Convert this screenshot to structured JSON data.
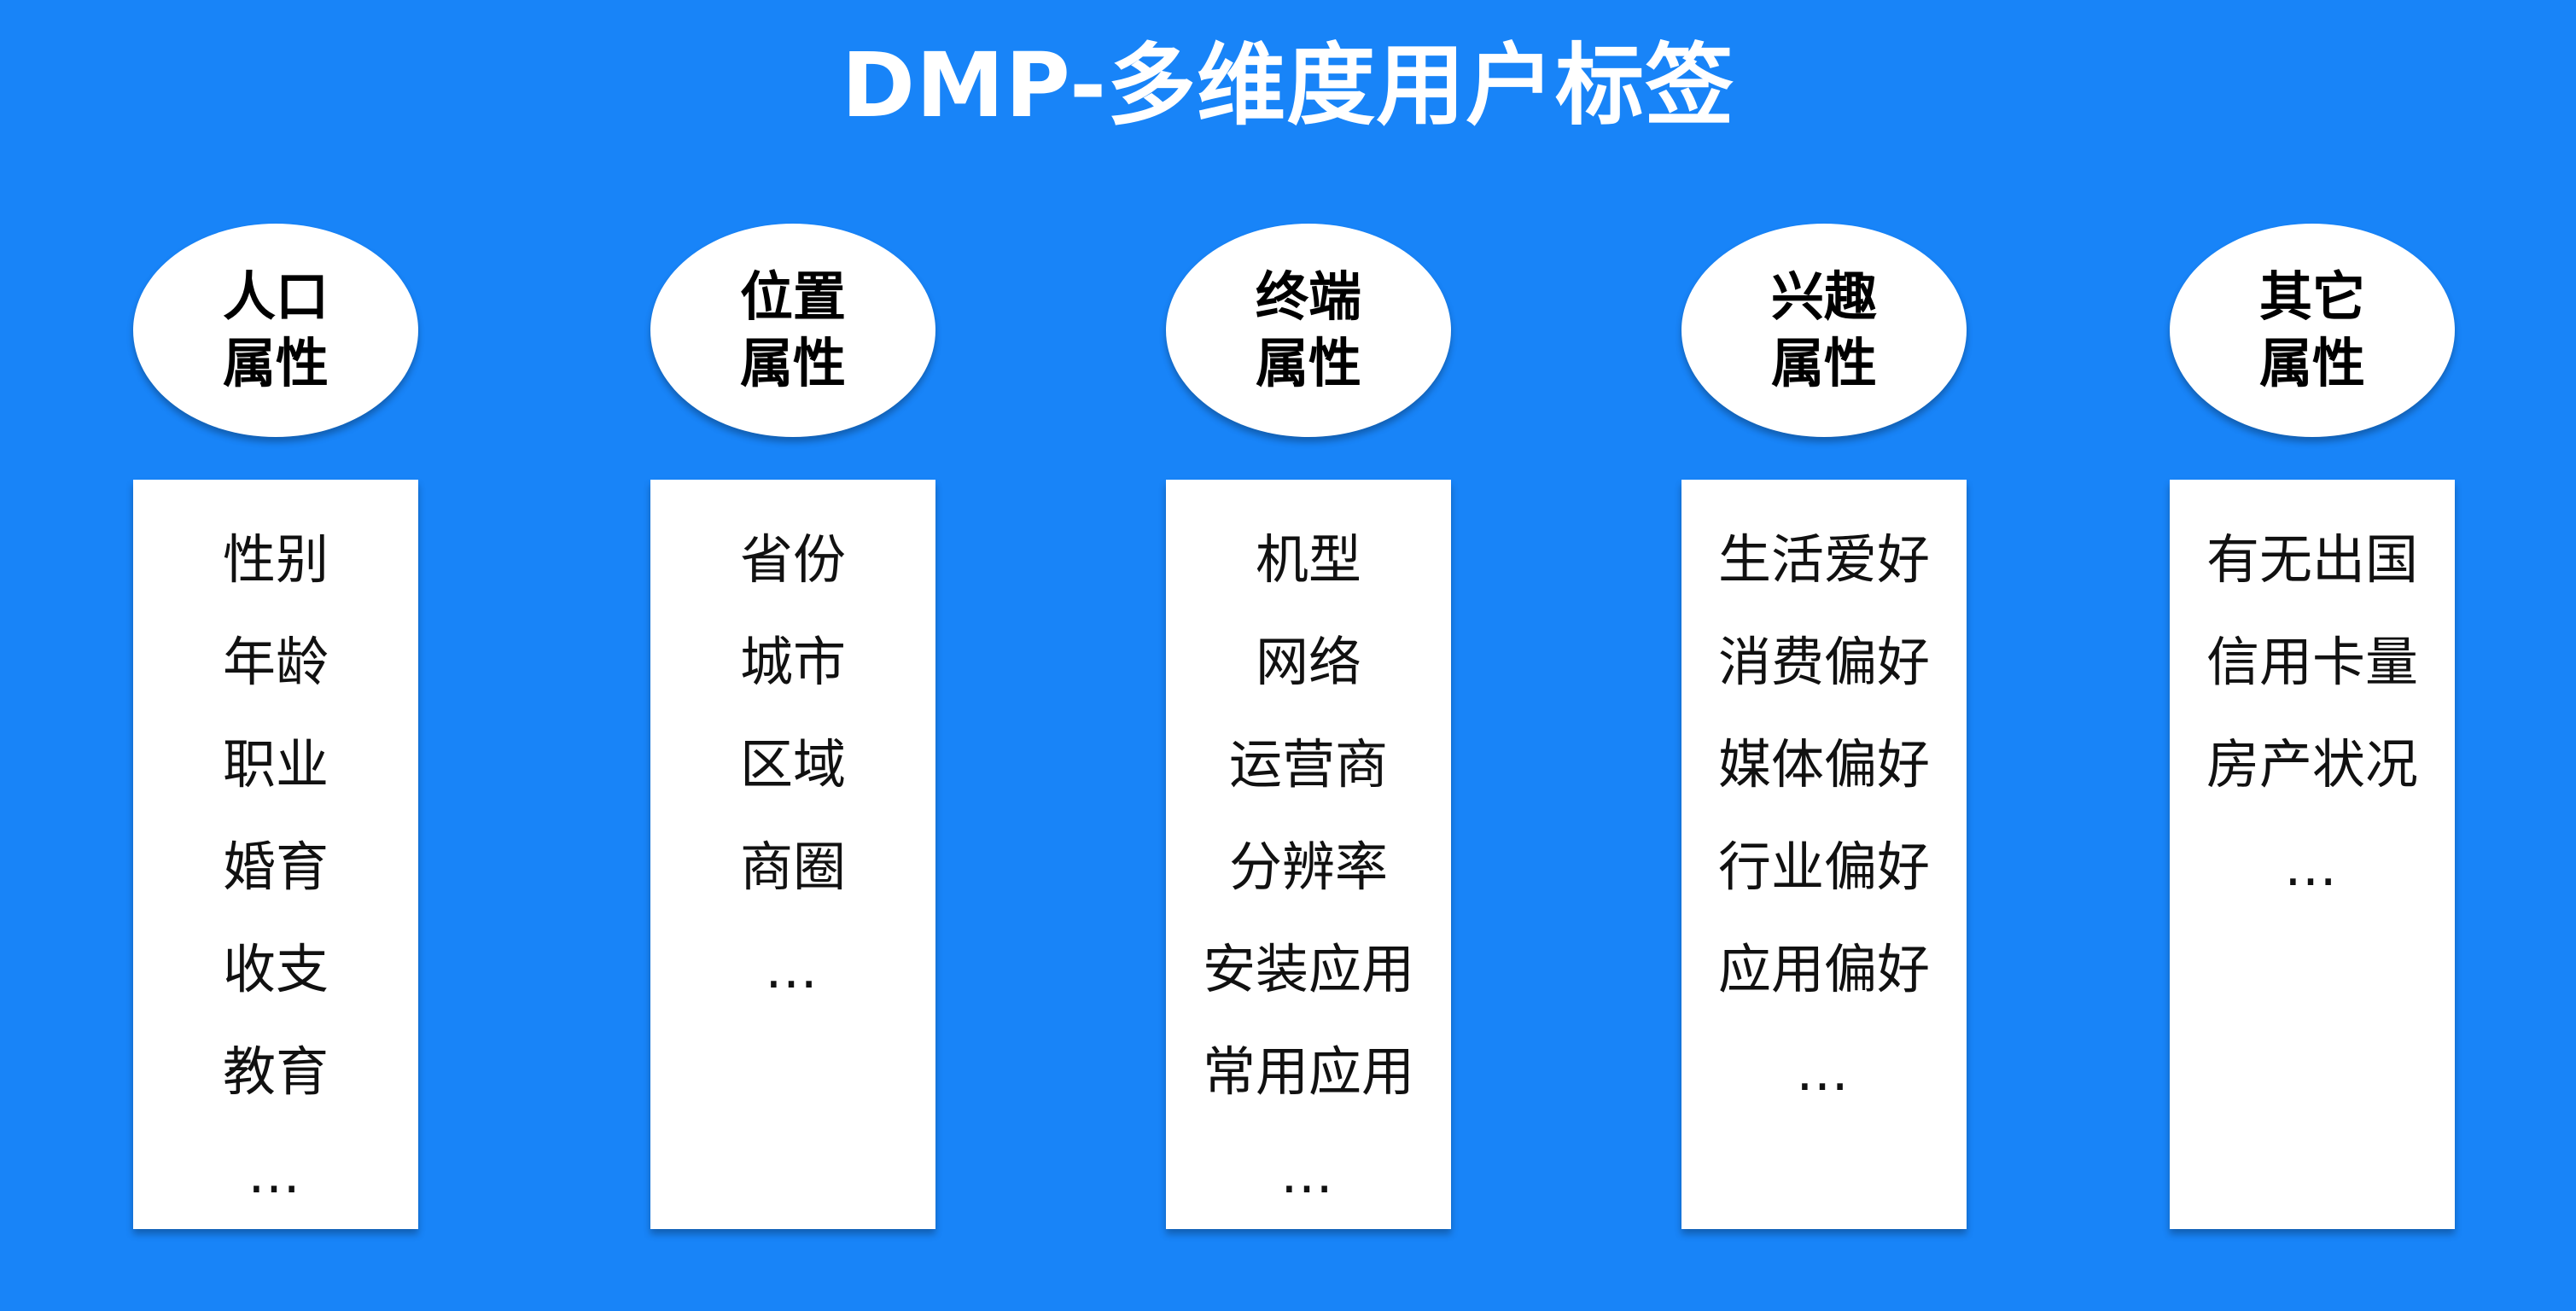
{
  "title": "DMP-多维度用户标签",
  "columns": [
    {
      "header_line1": "人口",
      "header_line2": "属性",
      "items": [
        "性别",
        "年龄",
        "职业",
        "婚育",
        "收支",
        "教育",
        "…"
      ]
    },
    {
      "header_line1": "位置",
      "header_line2": "属性",
      "items": [
        "省份",
        "城市",
        "区域",
        "商圈",
        "…"
      ]
    },
    {
      "header_line1": "终端",
      "header_line2": "属性",
      "items": [
        "机型",
        "网络",
        "运营商",
        "分辨率",
        "安装应用",
        "常用应用",
        "…"
      ]
    },
    {
      "header_line1": "兴趣",
      "header_line2": "属性",
      "items": [
        "生活爱好",
        "消费偏好",
        "媒体偏好",
        "行业偏好",
        "应用偏好",
        "…"
      ]
    },
    {
      "header_line1": "其它",
      "header_line2": "属性",
      "items": [
        "有无出国",
        "信用卡量",
        "房产状况",
        "…"
      ]
    }
  ],
  "colors": {
    "background": "#1884F8",
    "panel": "#FFFFFF",
    "text": "#111111"
  }
}
